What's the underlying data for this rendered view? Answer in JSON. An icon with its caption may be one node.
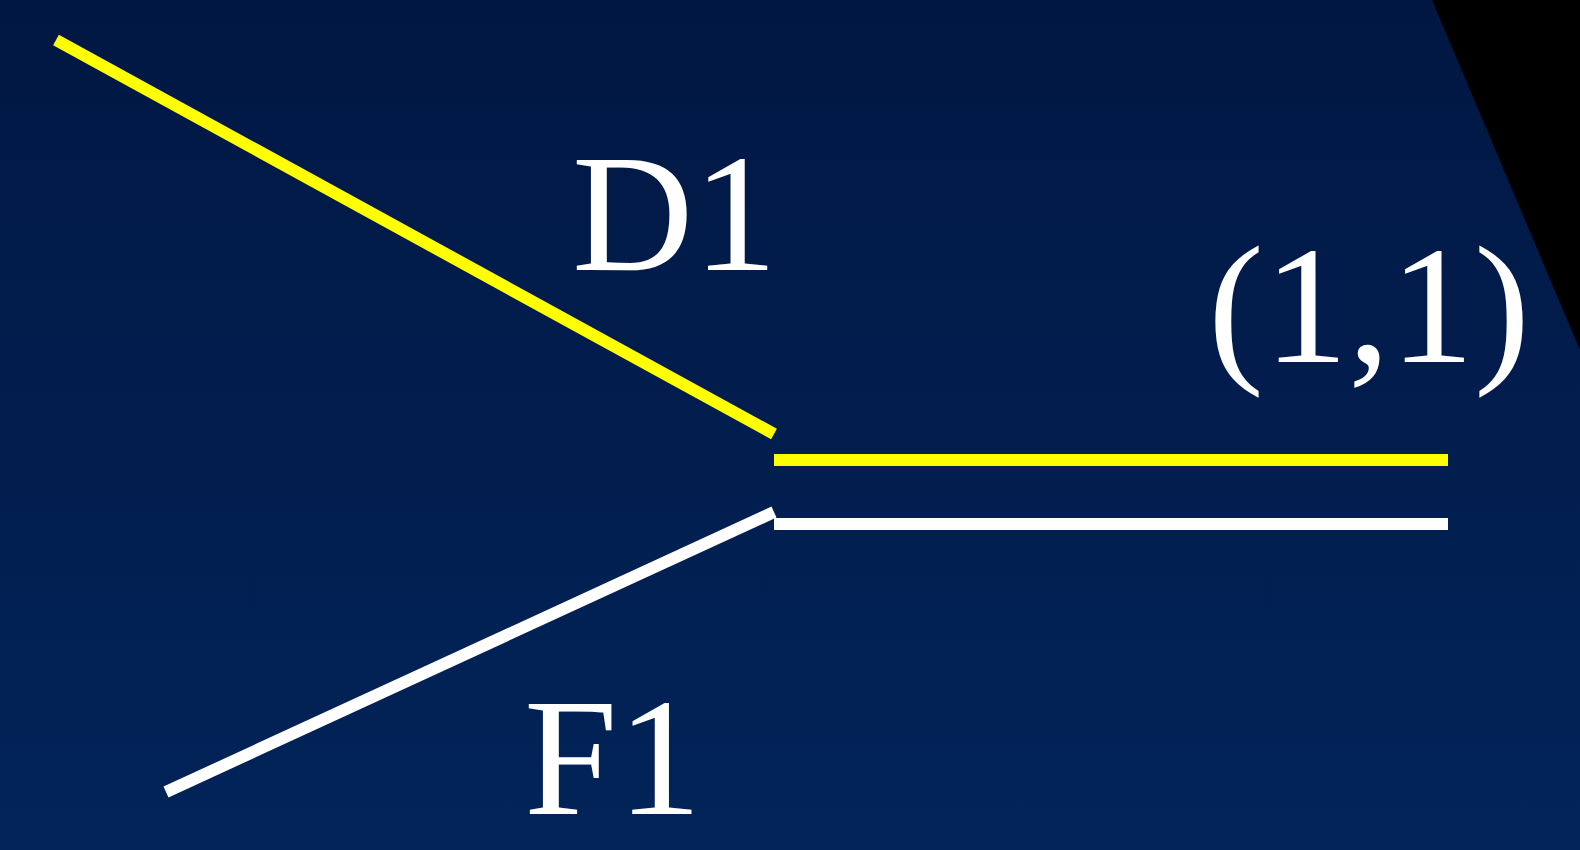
{
  "diagram": {
    "labels": [
      "D1",
      "(1,1)",
      "F1"
    ]
  }
}
